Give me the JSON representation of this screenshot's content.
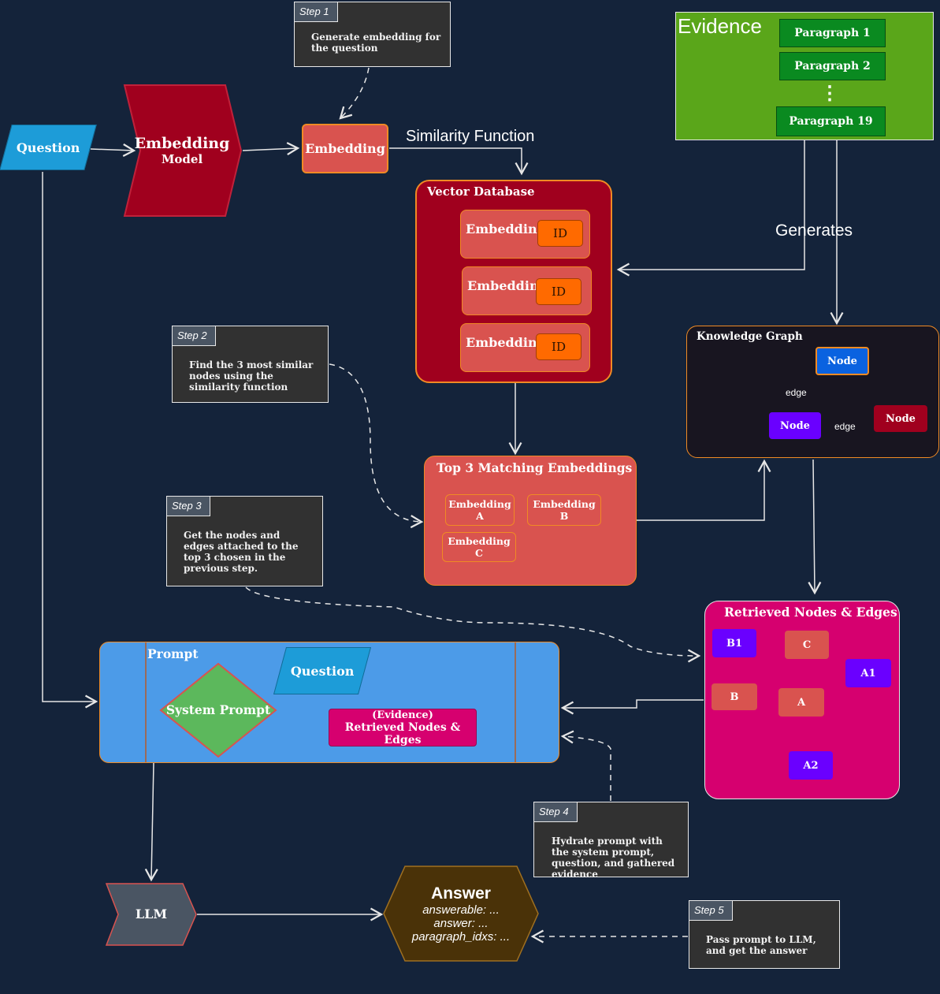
{
  "step1": {
    "tag": "Step 1",
    "text": "Generate embedding for the question"
  },
  "step2": {
    "tag": "Step 2",
    "text": "Find the 3 most similar nodes using the similarity function"
  },
  "step3": {
    "tag": "Step 3",
    "text": "Get the nodes and edges attached to the top 3 chosen in the previous step."
  },
  "step4": {
    "tag": "Step 4",
    "text": "Hydrate prompt with the system prompt, question, and gathered evidence"
  },
  "step5": {
    "tag": "Step 5",
    "text": "Pass prompt to LLM, and get the answer"
  },
  "question": "Question",
  "embedding_model": {
    "line1": "Embedding",
    "line2": "Model"
  },
  "embedding": "Embedding",
  "similarity_function": "Similarity Function",
  "generates": "Generates",
  "evidence": {
    "title": "Evidence",
    "paragraphs": [
      "Paragraph 1",
      "Paragraph 2",
      "Paragraph 19"
    ],
    "ellipsis": "⋮"
  },
  "vector_db": {
    "title": "Vector Database",
    "rows": [
      {
        "label": "Embedding",
        "id": "ID"
      },
      {
        "label": "Embedding",
        "id": "ID"
      },
      {
        "label": "Embedding",
        "id": "ID"
      }
    ]
  },
  "knowledge_graph": {
    "title": "Knowledge Graph",
    "node_top": "Node",
    "node_mid": "Node",
    "node_right": "Node",
    "edge1": "edge",
    "edge2": "edge"
  },
  "top3": {
    "title": "Top 3 Matching Embeddings",
    "a": "Embedding A",
    "b": "Embedding B",
    "c": "Embedding C"
  },
  "retrieved": {
    "title": "Retrieved Nodes & Edges",
    "b1": "B1",
    "c": "C",
    "a1": "A1",
    "b": "B",
    "a": "A",
    "a2": "A2"
  },
  "prompt": {
    "title": "Prompt",
    "question": "Question",
    "system_prompt": "System Prompt",
    "evidence_line1": "(Evidence)",
    "evidence_line2": "Retrieved Nodes & Edges"
  },
  "llm": "LLM",
  "answer": {
    "title": "Answer",
    "lines": [
      "answerable: ...",
      "answer: ...",
      "paragraph_idxs: ..."
    ]
  },
  "colors": {
    "bg": "#14233a",
    "crimson": "#a0001e",
    "salmon": "#d9534f",
    "orange": "#ff6a00",
    "green": "#5aa61a",
    "magenta": "#d6006f",
    "blue": "#4c9be8",
    "purple": "#6a00ff"
  }
}
